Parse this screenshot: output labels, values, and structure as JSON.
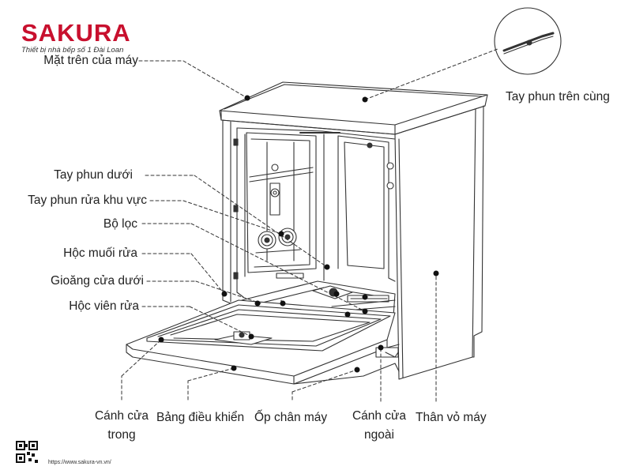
{
  "brand": {
    "name": "SAKURA",
    "tagline": "Thiết bị nhà bếp số 1 Đài Loan",
    "color": "#c8102e"
  },
  "labels": {
    "top_surface": "Mặt trên của máy",
    "upper_spray_arm": "Tay phun trên cùng",
    "lower_spray_arm": "Tay phun dưới",
    "zone_spray_arm": "Tay phun rửa khu vực",
    "filter": "Bộ lọc",
    "salt_container": "Hộc muối rửa",
    "lower_door_gasket": "Gioăng cửa dưới",
    "detergent_dispenser": "Hộc viên rửa",
    "inner_door_line1": "Cánh cửa",
    "inner_door_line2": "trong",
    "control_panel": "Bảng điều khiển",
    "kick_plate": "Ốp chân máy",
    "outer_door_line1": "Cánh cửa",
    "outer_door_line2": "ngoài",
    "cabinet_body": "Thân vỏ máy"
  },
  "footer": {
    "url": "https://www.sakura-vn.vn/"
  },
  "icons": {
    "qr": "qr-code-icon",
    "spray_arm_inset": "spray-arm-icon"
  }
}
